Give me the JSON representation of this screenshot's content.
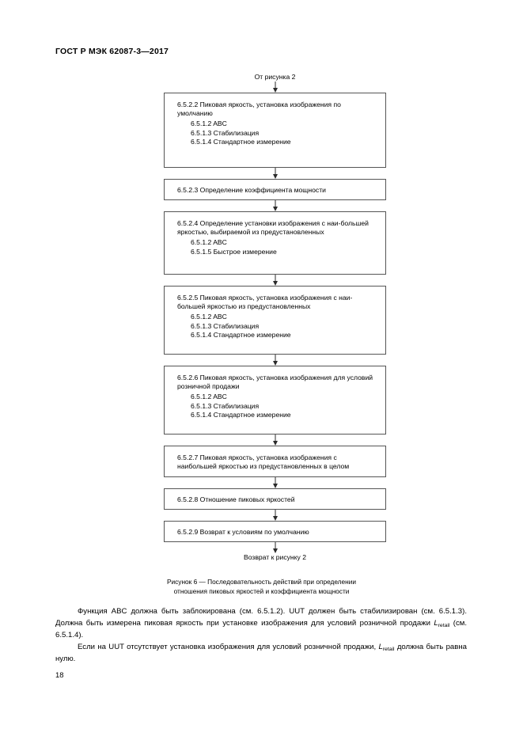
{
  "document": {
    "header": "ГОСТ Р МЭК 62087-3—2017",
    "page_number": "18"
  },
  "flowchart": {
    "entry_label": "От рисунка 2",
    "exit_label": "Возврат к рисунку 2",
    "nodes": [
      {
        "title": "6.5.2.2 Пиковая яркость, установка изображения по умолчанию",
        "sub": [
          "6.5.1.2 ABC",
          "6.5.1.3 Стабилизация",
          "6.5.1.4 Стандартное измерение"
        ]
      },
      {
        "title": "6.5.2.3 Определение коэффициента мощности",
        "sub": []
      },
      {
        "title": "6.5.2.4 Определение установки изображения с наи-большей яркостью, выбираемой из предустановленных",
        "sub": [
          "6.5.1.2 ABC",
          "6.5.1.5 Быстрое измерение"
        ]
      },
      {
        "title": "6.5.2.5 Пиковая яркость, установка изображения с наи-большей яркостью из предустановленных",
        "sub": [
          "6.5.1.2 ABC",
          "6.5.1.3 Стабилизация",
          "6.5.1.4 Стандартное измерение"
        ]
      },
      {
        "title": "6.5.2.6 Пиковая яркость, установка изображения для условий розничной продажи",
        "sub": [
          "6.5.1.2 ABC",
          "6.5.1.3 Стабилизация",
          "6.5.1.4 Стандартное измерение"
        ]
      },
      {
        "title": "6.5.2.7 Пиковая яркость, установка изображения с наибольшей яркостью из предустановленных в целом",
        "sub": []
      },
      {
        "title": "6.5.2.8 Отношение пиковых яркостей",
        "sub": []
      },
      {
        "title": "6.5.2.9 Возврат к условиям по умолчанию",
        "sub": []
      }
    ]
  },
  "figure": {
    "caption_line1": "Рисунок 6 — Последовательность действий при определении",
    "caption_line2": "отношения пиковых яркостей и коэффициента мощности"
  },
  "body": {
    "para1_a": "Функция ABC должна быть заблокирована (см. 6.5.1.2). UUT должен быть стабилизирован (см. 6.5.1.3). Должна быть измерена пиковая яркость при установке изображения для условий розничной продажи ",
    "para1_symbol": "L",
    "para1_subscript": "retail",
    "para1_b": " (см. 6.5.1.4).",
    "para2_a": "Если на UUT отсутствует установка изображения для условий розничной продажи, ",
    "para2_symbol": "L",
    "para2_subscript": "retail",
    "para2_b": " должна быть равна нулю."
  }
}
